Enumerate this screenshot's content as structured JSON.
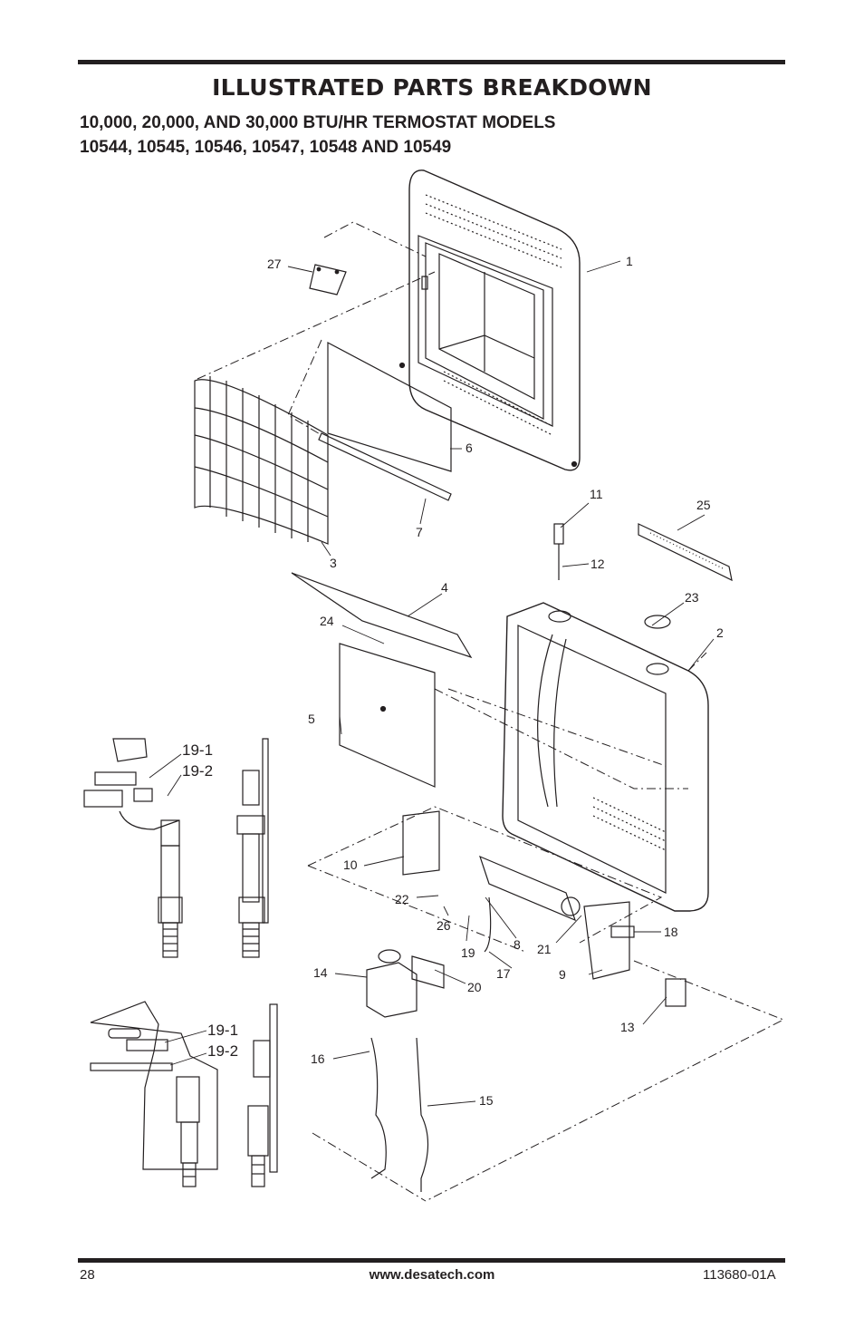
{
  "header": {
    "title": "ILLUSTRATED PARTS BREAKDOWN",
    "subtitle_line1": "10,000, 20,000, AND 30,000 BTU/HR TERMOSTAT MODELS",
    "subtitle_line2": "10544, 10545, 10546, 10547, 10548 AND 10549"
  },
  "callouts": {
    "c1": "1",
    "c2": "2",
    "c3": "3",
    "c4": "4",
    "c5": "5",
    "c6": "6",
    "c7": "7",
    "c8": "8",
    "c9": "9",
    "c10": "10",
    "c11": "11",
    "c12": "12",
    "c13": "13",
    "c14": "14",
    "c15": "15",
    "c16": "16",
    "c17": "17",
    "c18": "18",
    "c19": "19",
    "c20": "20",
    "c21": "21",
    "c22": "22",
    "c23": "23",
    "c24": "24",
    "c25": "25",
    "c26": "26",
    "c27": "27"
  },
  "insets": {
    "top_label_a": "19-1",
    "top_label_b": "19-2",
    "bottom_label_a": "19-1",
    "bottom_label_b": "19-2"
  },
  "footer": {
    "page_number": "28",
    "website": "www.desatech.com",
    "doc_number": "113680-01A"
  }
}
